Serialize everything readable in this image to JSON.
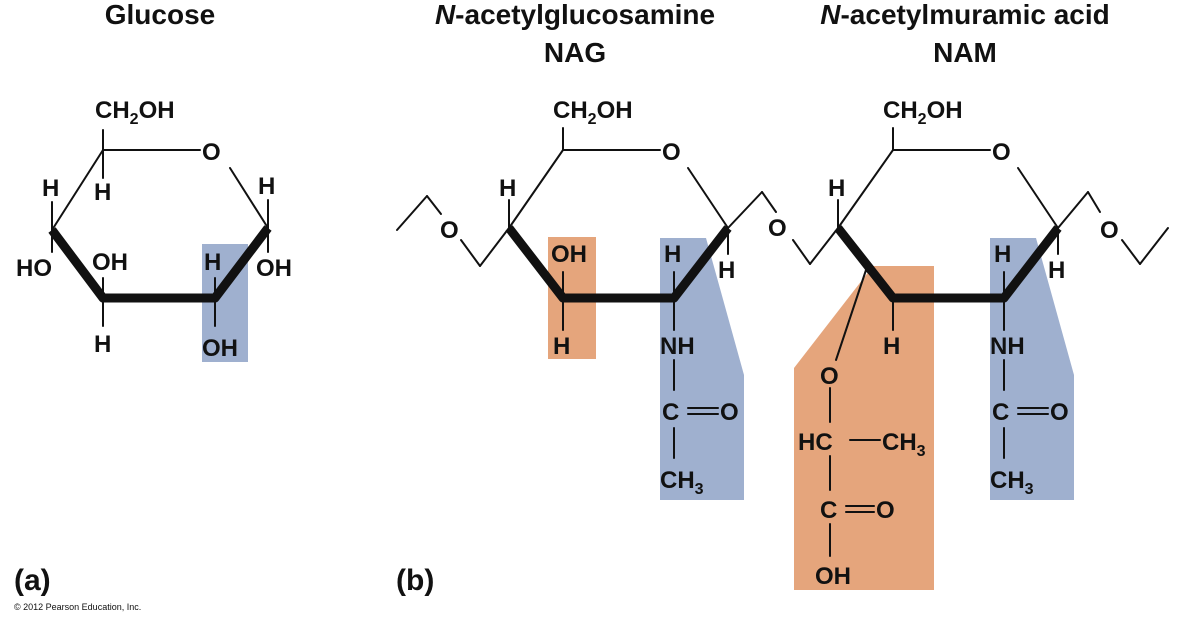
{
  "titles": {
    "glucose": "Glucose",
    "nag_prefix": "N",
    "nag_rest": "-acetylglucosamine",
    "nag_abbr": "NAG",
    "nam_prefix": "N",
    "nam_rest": "-acetylmuramic acid",
    "nam_abbr": "NAM"
  },
  "atoms": {
    "ch2oh_main": "CH",
    "ch2oh_sub": "2",
    "ch2oh_tail": "OH",
    "o": "O",
    "h": "H",
    "oh": "OH",
    "ho": "HO",
    "nh": "NH",
    "c": "C",
    "hc": "HC",
    "ch3_main": "CH",
    "ch3_sub": "3"
  },
  "panels": {
    "a": "(a)",
    "b": "(b)"
  },
  "copyright": "© 2012 Pearson Education, Inc.",
  "colors": {
    "highlight_blue": "#9fb0cf",
    "highlight_orange": "#e5a57c"
  }
}
